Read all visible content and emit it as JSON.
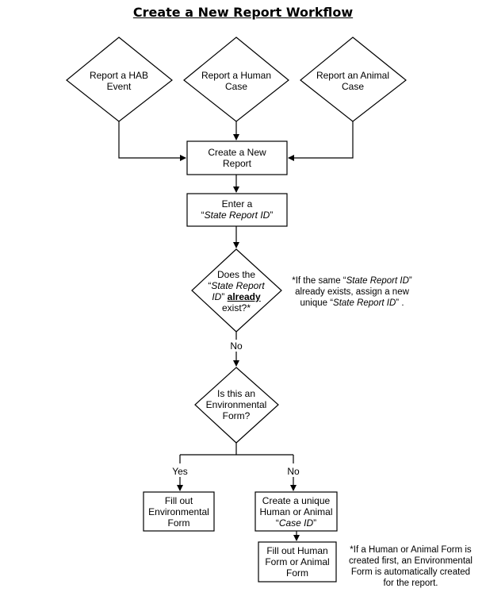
{
  "title": "Create a New Report Workflow",
  "start_nodes": [
    {
      "line1": "Report a HAB",
      "line2": "Event"
    },
    {
      "line1": "Report a Human",
      "line2": "Case"
    },
    {
      "line1": "Report an Animal",
      "line2": "Case"
    }
  ],
  "create_report": {
    "line1": "Create a New",
    "line2": "Report"
  },
  "enter_id": {
    "line1": "Enter a",
    "line2_open": "“",
    "line2_em": "State Report ID",
    "line2_close": "”"
  },
  "id_check": {
    "l1": "Does the",
    "l2_open": "“",
    "l2_em": "State Report",
    "l3_em": "ID",
    "l3_close": "”",
    "l3_bold": "already",
    "l4": "exist?*"
  },
  "id_note": {
    "l1_pre": "*If the same “",
    "l1_em": "State Report ID",
    "l1_post": "”",
    "l2": "already exists, assign a new",
    "l3_pre": "unique “",
    "l3_em": "State Report ID",
    "l3_post": "” ."
  },
  "no_label_1": "No",
  "env_check": {
    "l1": "Is this an",
    "l2": "Environmental",
    "l3": "Form?"
  },
  "yes_label": "Yes",
  "no_label_2": "No",
  "env_form": {
    "l1": "Fill out",
    "l2": "Environmental",
    "l3": "Form"
  },
  "case_id": {
    "l1": "Create a unique",
    "l2": "Human or Animal",
    "l3_open": "“",
    "l3_em": "Case ID",
    "l3_close": "”"
  },
  "human_form": {
    "l1": "Fill out Human",
    "l2": "Form or Animal",
    "l3": "Form"
  },
  "form_note": {
    "l1": "*If a Human or Animal Form is",
    "l2": "created first, an Environmental",
    "l3": "Form is automatically created",
    "l4": "for the report."
  }
}
